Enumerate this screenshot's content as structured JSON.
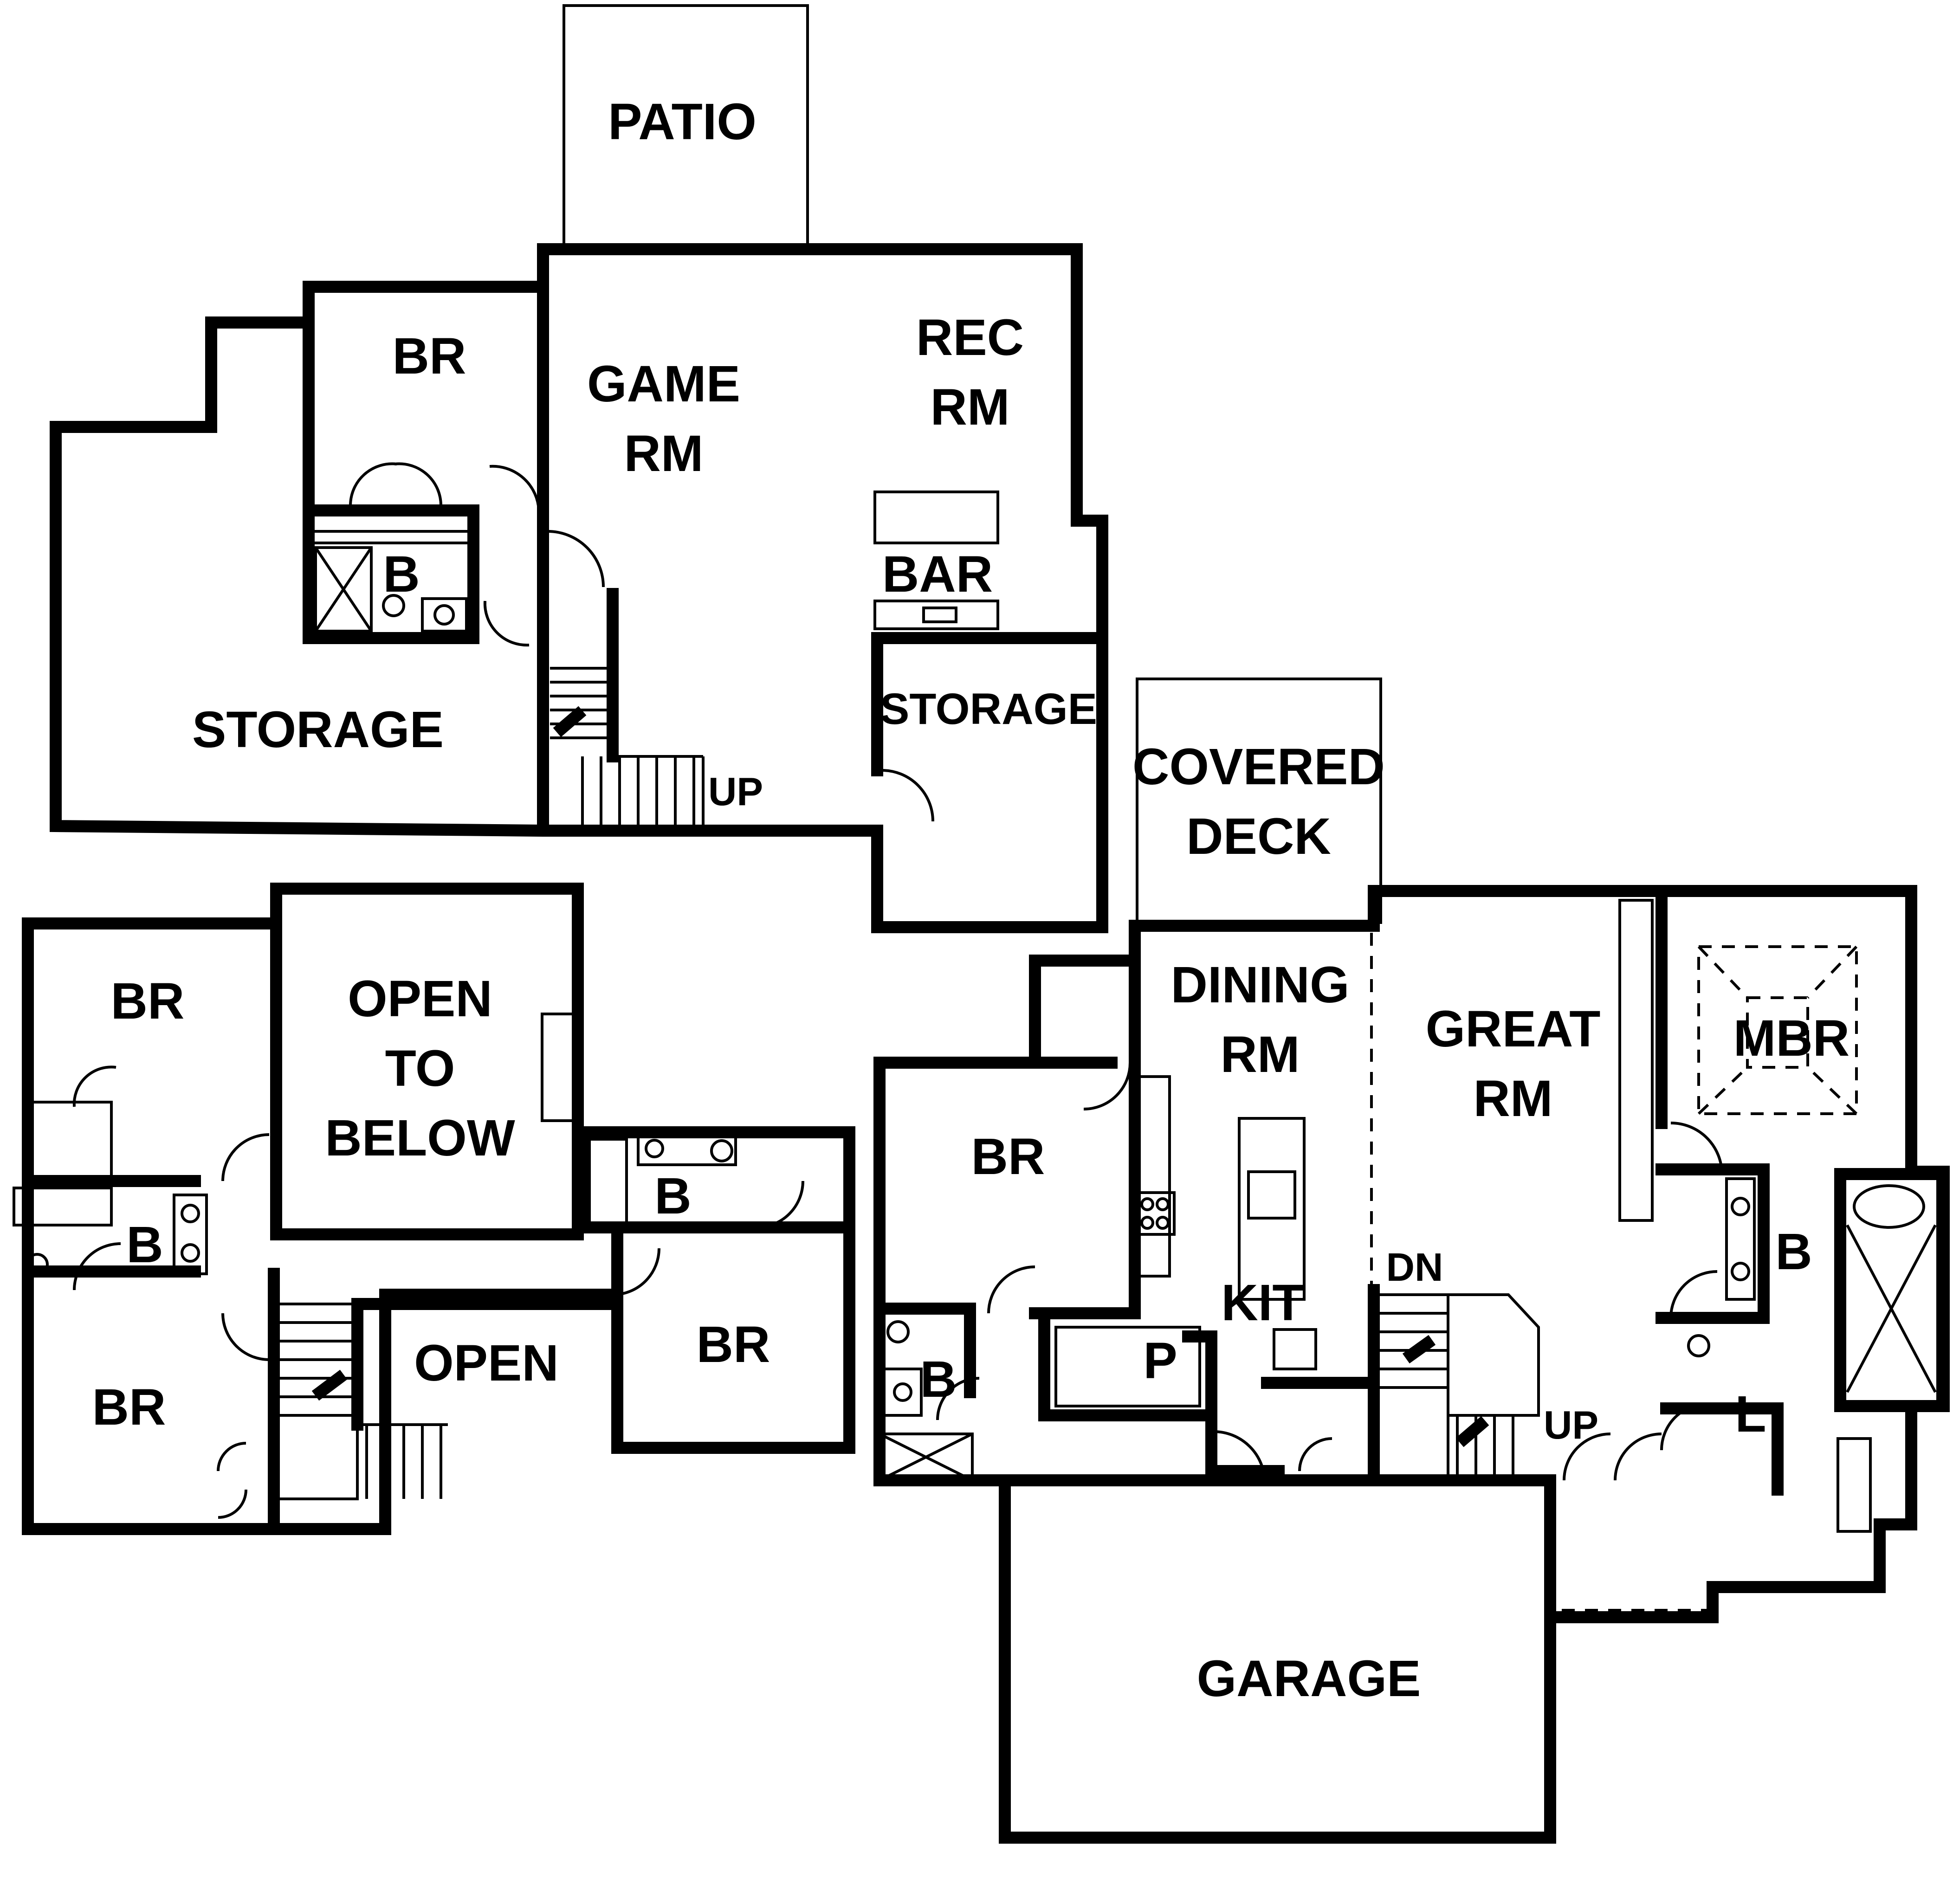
{
  "lower_level": {
    "patio": "PATIO",
    "bedroom": "BR",
    "game_room": [
      "GAME",
      "RM"
    ],
    "rec_room": [
      "REC",
      "RM"
    ],
    "bath": "B",
    "bar": "BAR",
    "storage_left": "STORAGE",
    "storage_right": "STORAGE",
    "stair_up": "UP"
  },
  "upper_level": {
    "bedroom_nw": "BR",
    "open_to_below": [
      "OPEN",
      "TO",
      "BELOW"
    ],
    "bath_left": "B",
    "bath_right": "B",
    "bedroom_sw": "BR",
    "open": "OPEN",
    "bedroom_se": "BR"
  },
  "main_level": {
    "covered_deck": [
      "COVERED",
      "DECK"
    ],
    "dining_room": [
      "DINING",
      "RM"
    ],
    "great_room": [
      "GREAT",
      "RM"
    ],
    "master_bedroom": "MBR",
    "bedroom": "BR",
    "kitchen": "KIT",
    "pantry": "P",
    "bath": "B",
    "master_bath": "B",
    "laundry": "L",
    "stair_down": "DN",
    "stair_up": "UP",
    "garage": "GARAGE"
  }
}
